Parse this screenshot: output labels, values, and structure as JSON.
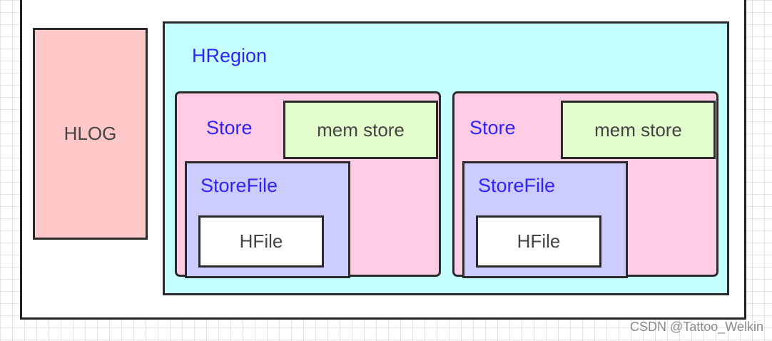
{
  "diagram": {
    "hlog_label": "HLOG",
    "hregion_label": "HRegion",
    "stores": [
      {
        "store_label": "Store",
        "memstore_label": "mem store",
        "storefile_label": "StoreFile",
        "hfile_label": "HFile"
      },
      {
        "store_label": "Store",
        "memstore_label": "mem store",
        "storefile_label": "StoreFile",
        "hfile_label": "HFile"
      }
    ]
  },
  "watermark": "CSDN @Tattoo_Welkin",
  "colors": {
    "hlog_fill": "#ffc8c8",
    "hregion_fill": "#c6ffff",
    "store_fill": "#ffcce6",
    "memstore_fill": "#e2fccc",
    "storefile_fill": "#ccccff",
    "label_blue": "#2f24ff"
  }
}
